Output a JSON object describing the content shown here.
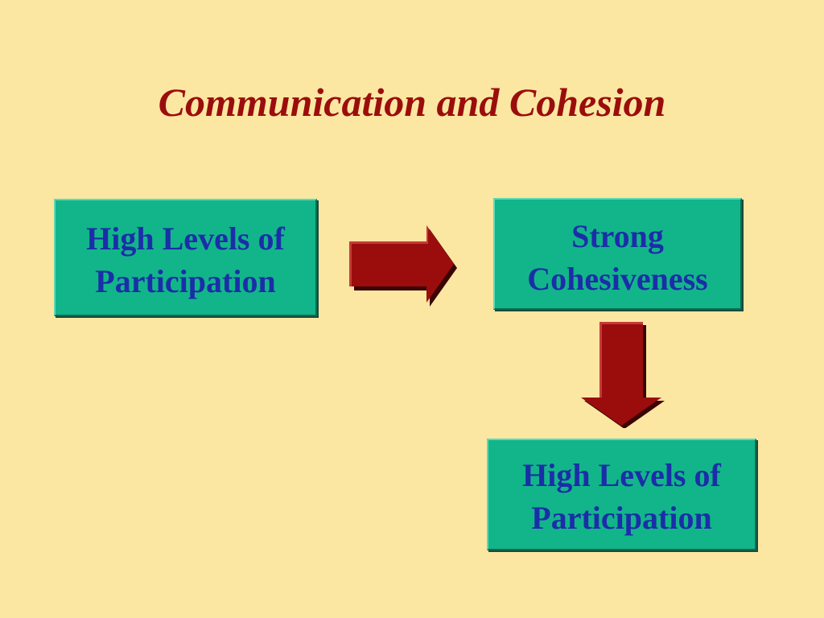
{
  "slide": {
    "title": "Communication and Cohesion",
    "background_color": "#fbe7a1",
    "title_color": "#9b0d0d",
    "box_color": "#12b58a",
    "box_text_color": "#1b2ea8",
    "arrow_color": "#9b0d0d"
  },
  "diagram": {
    "nodes": [
      {
        "id": "participation-1",
        "lines": [
          "High Levels of",
          "Participation"
        ]
      },
      {
        "id": "cohesiveness",
        "lines": [
          "Strong",
          "Cohesiveness"
        ]
      },
      {
        "id": "participation-2",
        "lines": [
          "High Levels of",
          "Participation"
        ]
      }
    ],
    "edges": [
      {
        "from": "participation-1",
        "to": "cohesiveness",
        "direction": "right"
      },
      {
        "from": "cohesiveness",
        "to": "participation-2",
        "direction": "down"
      }
    ]
  }
}
